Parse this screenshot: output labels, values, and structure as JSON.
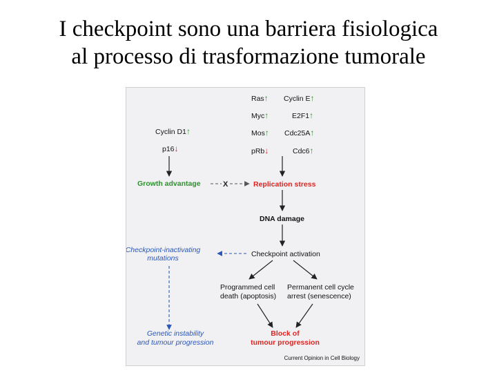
{
  "slide": {
    "title_line1": "I checkpoint sono una barriera fisiologica",
    "title_line2": "al processo di trasformazione tumorale"
  },
  "colors": {
    "up_arrow": "#2e8b2e",
    "down_arrow": "#d62020",
    "growth_advantage": "#2f8f2f",
    "replication_stress": "#e0231f",
    "blue_text": "#2a56b8",
    "block": "#e0231f",
    "figure_bg": "#f1f1f3"
  },
  "diagram": {
    "oncogenes_left": [
      {
        "name": "Ras",
        "dir": "up"
      },
      {
        "name": "Myc",
        "dir": "up"
      },
      {
        "name": "Mos",
        "dir": "up"
      },
      {
        "name": "pRb",
        "dir": "down"
      }
    ],
    "oncogenes_right": [
      {
        "name": "Cyclin E",
        "dir": "up"
      },
      {
        "name": "E2F1",
        "dir": "up"
      },
      {
        "name": "Cdc25A",
        "dir": "up"
      },
      {
        "name": "Cdc6",
        "dir": "up"
      }
    ],
    "cyclin_d1": {
      "name": "Cyclin D1",
      "dir": "up"
    },
    "p16": {
      "name": "p16",
      "dir": "down"
    },
    "growth_advantage": "Growth advantage",
    "cross_mark": "X",
    "replication_stress": "Replication stress",
    "dna_damage": "DNA damage",
    "checkpoint_inactivating_1": "Checkpoint-inactivating",
    "checkpoint_inactivating_2": "mutations",
    "checkpoint_activation": "Checkpoint activation",
    "apoptosis_1": "Programmed cell",
    "apoptosis_2": "death (apoptosis)",
    "senescence_1": "Permanent cell cycle",
    "senescence_2": "arrest (senescence)",
    "genetic_instability_1": "Genetic instability",
    "genetic_instability_2": "and tumour progression",
    "block_1": "Block of",
    "block_2": "tumour progression",
    "credit": "Current Opinion in Cell Biology",
    "arrow_up_glyph": "↑",
    "arrow_down_glyph": "↓"
  }
}
